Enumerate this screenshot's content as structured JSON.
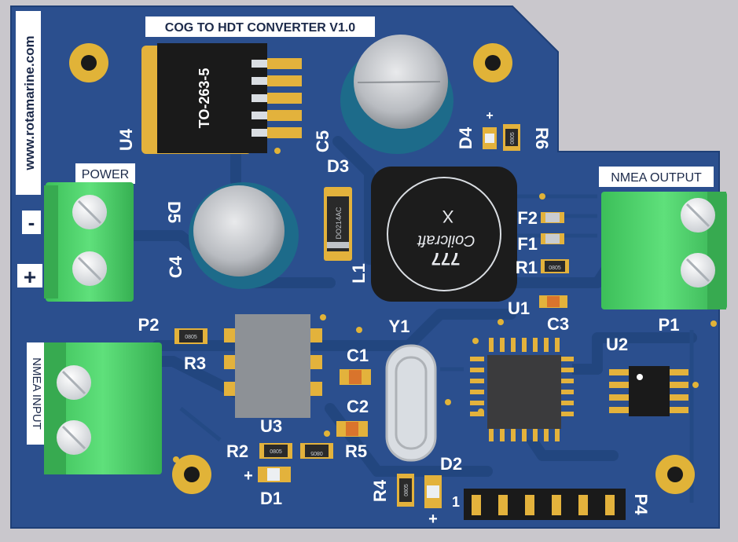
{
  "board": {
    "title": "COG TO HDT CONVERTER V1.0",
    "website": "www.rotamarine.com",
    "colors": {
      "solder_mask": "#2b4f8e",
      "trace": "#22467f",
      "silkscreen": "#ffffff",
      "terminal": "#4ed36a",
      "pad": "#e3b23c",
      "background": "#c9c7cc"
    }
  },
  "connectors": {
    "power": {
      "label": "POWER",
      "minus": "-",
      "plus": "+"
    },
    "nmea_input": {
      "label": "NMEA INPUT",
      "ref": "P2"
    },
    "nmea_output": {
      "label": "NMEA OUTPUT",
      "ref": "P1"
    },
    "header": {
      "ref": "P4",
      "pin1": "1"
    }
  },
  "components": {
    "u4": {
      "ref": "U4",
      "package": "TO-263-5"
    },
    "c5": {
      "ref": "C5"
    },
    "d3": {
      "ref": "D3",
      "marking": "DO214AC"
    },
    "d4": {
      "ref": "D4",
      "plus": "+"
    },
    "r6": {
      "ref": "R6",
      "size": "0805"
    },
    "c4": {
      "ref": "C4"
    },
    "d5": {
      "ref": "D5"
    },
    "l1": {
      "ref": "L1",
      "line1": "X",
      "line2": "Coilcraft",
      "line3": "777"
    },
    "f1": {
      "ref": "F1"
    },
    "f2": {
      "ref": "F2"
    },
    "r1": {
      "ref": "R1",
      "size": "0805"
    },
    "u1": {
      "ref": "U1"
    },
    "c3": {
      "ref": "C3"
    },
    "u2": {
      "ref": "U2"
    },
    "y1": {
      "ref": "Y1"
    },
    "c1": {
      "ref": "C1"
    },
    "c2": {
      "ref": "C2"
    },
    "r3": {
      "ref": "R3",
      "size": "0805"
    },
    "u3": {
      "ref": "U3"
    },
    "r2": {
      "ref": "R2",
      "size": "0805"
    },
    "r5": {
      "ref": "R5",
      "size": "0805"
    },
    "d1": {
      "ref": "D1",
      "plus": "+"
    },
    "r4": {
      "ref": "R4",
      "size": "0805"
    },
    "d2": {
      "ref": "D2",
      "plus": "+"
    }
  }
}
